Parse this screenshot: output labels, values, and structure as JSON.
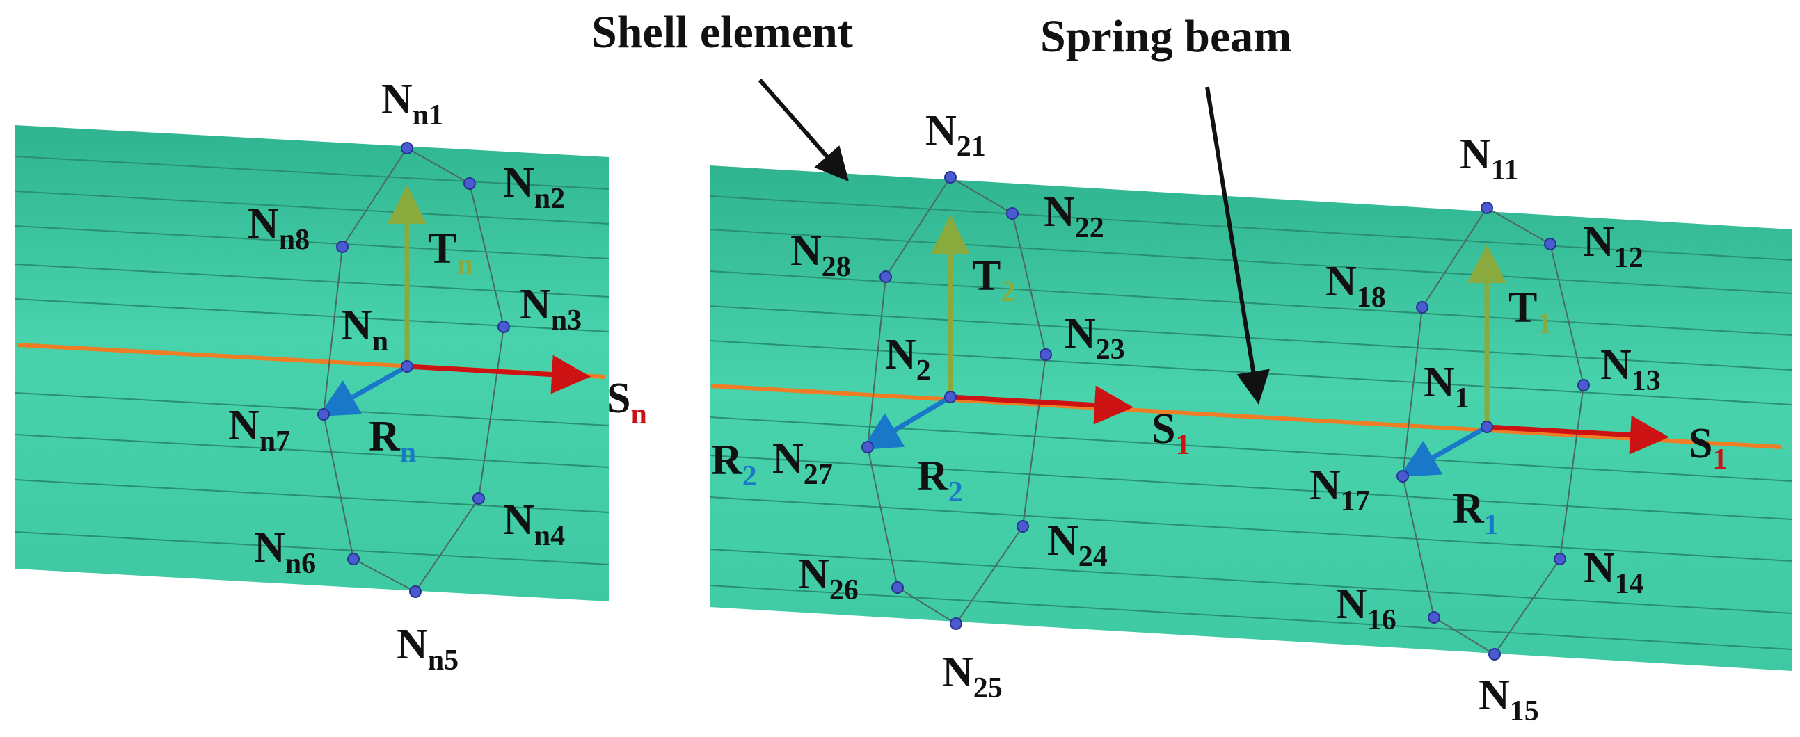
{
  "annotations": {
    "shell_element": "Shell element",
    "spring_beam": "Spring beam"
  },
  "colors": {
    "shell_fill": "#45cfa8",
    "shell_line": "#2a8f72",
    "beam": "#ef7d26",
    "s_axis": "#cc1212",
    "t_axis": "#8aaa3e",
    "r_axis": "#1a78c8",
    "node": "#4a5ad0",
    "ring": "#4a6a60",
    "text": "#111111"
  },
  "sections": [
    {
      "center": {
        "base": "N",
        "sub": "n"
      },
      "s": {
        "base": "S",
        "sub": "n"
      },
      "t": {
        "base": "T",
        "sub": "n"
      },
      "r": {
        "base": "R",
        "sub": "n"
      },
      "nodes": [
        {
          "base": "N",
          "sub": "n1"
        },
        {
          "base": "N",
          "sub": "n2"
        },
        {
          "base": "N",
          "sub": "n3"
        },
        {
          "base": "N",
          "sub": "n4"
        },
        {
          "base": "N",
          "sub": "n5"
        },
        {
          "base": "N",
          "sub": "n6"
        },
        {
          "base": "N",
          "sub": "n7"
        },
        {
          "base": "N",
          "sub": "n8"
        }
      ]
    },
    {
      "center": {
        "base": "N",
        "sub": "2"
      },
      "s": {
        "base": "S",
        "sub": "1"
      },
      "t": {
        "base": "T",
        "sub": "2"
      },
      "r": {
        "base": "R",
        "sub": "2"
      },
      "r_extra": {
        "base": "R",
        "sub": "2"
      },
      "nodes": [
        {
          "base": "N",
          "sub": "21"
        },
        {
          "base": "N",
          "sub": "22"
        },
        {
          "base": "N",
          "sub": "23"
        },
        {
          "base": "N",
          "sub": "24"
        },
        {
          "base": "N",
          "sub": "25"
        },
        {
          "base": "N",
          "sub": "26"
        },
        {
          "base": "N",
          "sub": "27"
        },
        {
          "base": "N",
          "sub": "28"
        }
      ]
    },
    {
      "center": {
        "base": "N",
        "sub": "1"
      },
      "s": {
        "base": "S",
        "sub": "1"
      },
      "t": {
        "base": "T",
        "sub": "1"
      },
      "r": {
        "base": "R",
        "sub": "1"
      },
      "nodes": [
        {
          "base": "N",
          "sub": "11"
        },
        {
          "base": "N",
          "sub": "12"
        },
        {
          "base": "N",
          "sub": "13"
        },
        {
          "base": "N",
          "sub": "14"
        },
        {
          "base": "N",
          "sub": "15"
        },
        {
          "base": "N",
          "sub": "16"
        },
        {
          "base": "N",
          "sub": "17"
        },
        {
          "base": "N",
          "sub": "18"
        }
      ]
    }
  ]
}
